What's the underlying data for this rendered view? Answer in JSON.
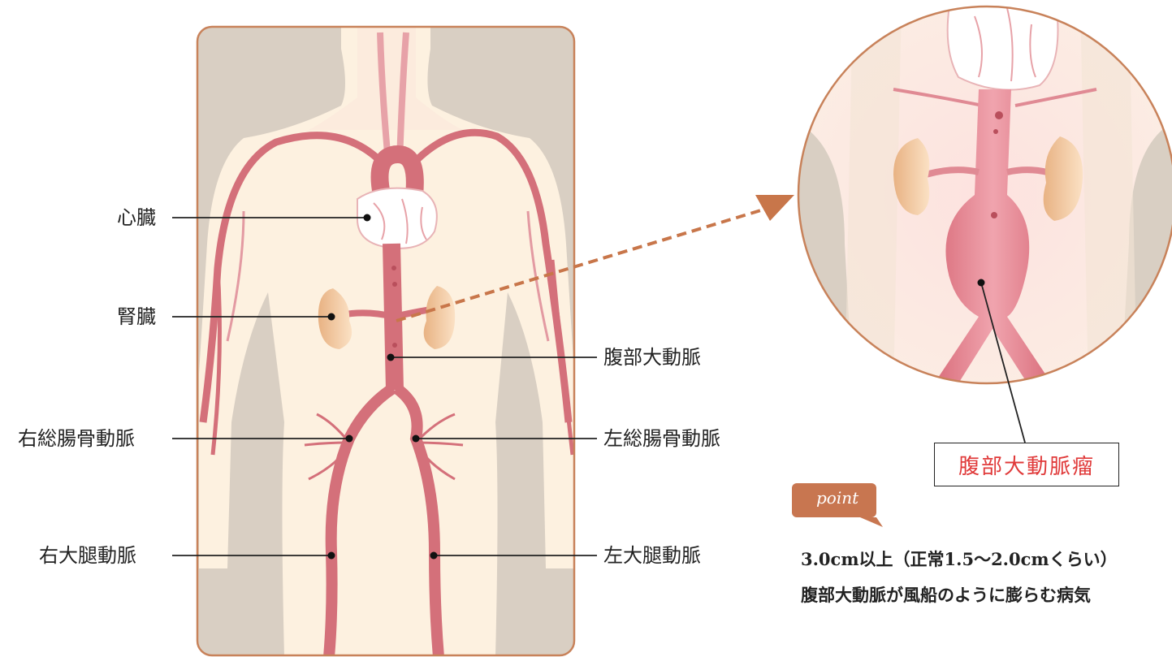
{
  "labels": {
    "heart": "心臓",
    "kidney": "腎臓",
    "abdominal_aorta": "腹部大動脈",
    "right_common_iliac": "右総腸骨動脈",
    "left_common_iliac": "左総腸骨動脈",
    "right_femoral": "右大腿動脈",
    "left_femoral": "左大腿動脈",
    "aneurysm": "腹部大動脈瘤"
  },
  "point": {
    "badge": "point",
    "line1": "3.0cm以上（正常1.5～2.0cmくらい）",
    "line2": "腹部大動脈が風船のように膨らむ病気"
  },
  "colors": {
    "frame_border": "#c8825a",
    "frame_bg": "#d9cfc3",
    "body_light": "#fdf1e0",
    "artery": "#d4707a",
    "artery_dark": "#b94f5c",
    "kidney": "#e6b88a",
    "arrow": "#c8764a",
    "aneurysm_text": "#e03a3a",
    "badge": "#c87650"
  }
}
